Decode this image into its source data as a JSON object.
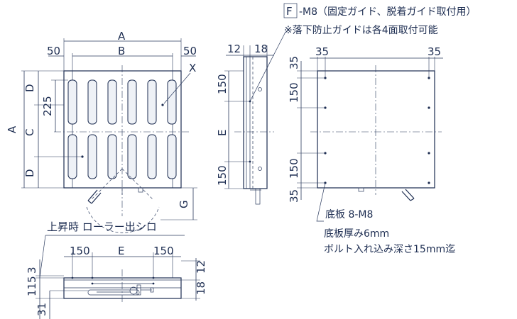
{
  "front_view": {
    "dim_A_top": "A",
    "dim_B": "B",
    "dim_50_left": "50",
    "dim_50_right": "50",
    "label_X": "X",
    "dim_A_left": "A",
    "dim_D_top": "D",
    "dim_225": "225",
    "dim_C": "C",
    "dim_D_bottom": "D",
    "dim_G": "G"
  },
  "side_view": {
    "dim_12": "12",
    "dim_18": "18",
    "dim_150_top": "150",
    "dim_E": "E",
    "dim_150_bottom": "150"
  },
  "bottom_view": {
    "dim_35_top_left": "35",
    "dim_35_top_right": "35",
    "dim_35_left_top": "35",
    "dim_150_left_top": "150",
    "dim_150_left_bottom": "150",
    "dim_35_left_bottom": "35"
  },
  "top_view": {
    "title": "上昇時 ローラー出シロ",
    "dim_150_left": "150",
    "dim_E": "E",
    "dim_150_right": "150",
    "dim_3": "3",
    "dim_115": "115",
    "dim_31": "31",
    "dim_12": "12",
    "dim_18": "18"
  },
  "notes": {
    "f_box": "F",
    "f_text": "-M8（固定ガイド、脱着ガイド取付用）",
    "fall_prevention": "※落下防止ガイドは各4面取付可能",
    "base_bolt": "底板 8-M8",
    "base_thickness": "底板厚み6mm",
    "bolt_depth": "ボルト入れ込み深さ15mm迄"
  },
  "colors": {
    "line": "#1c2c50",
    "text": "#1e2e52",
    "roller_fill": "#eef1f6"
  }
}
